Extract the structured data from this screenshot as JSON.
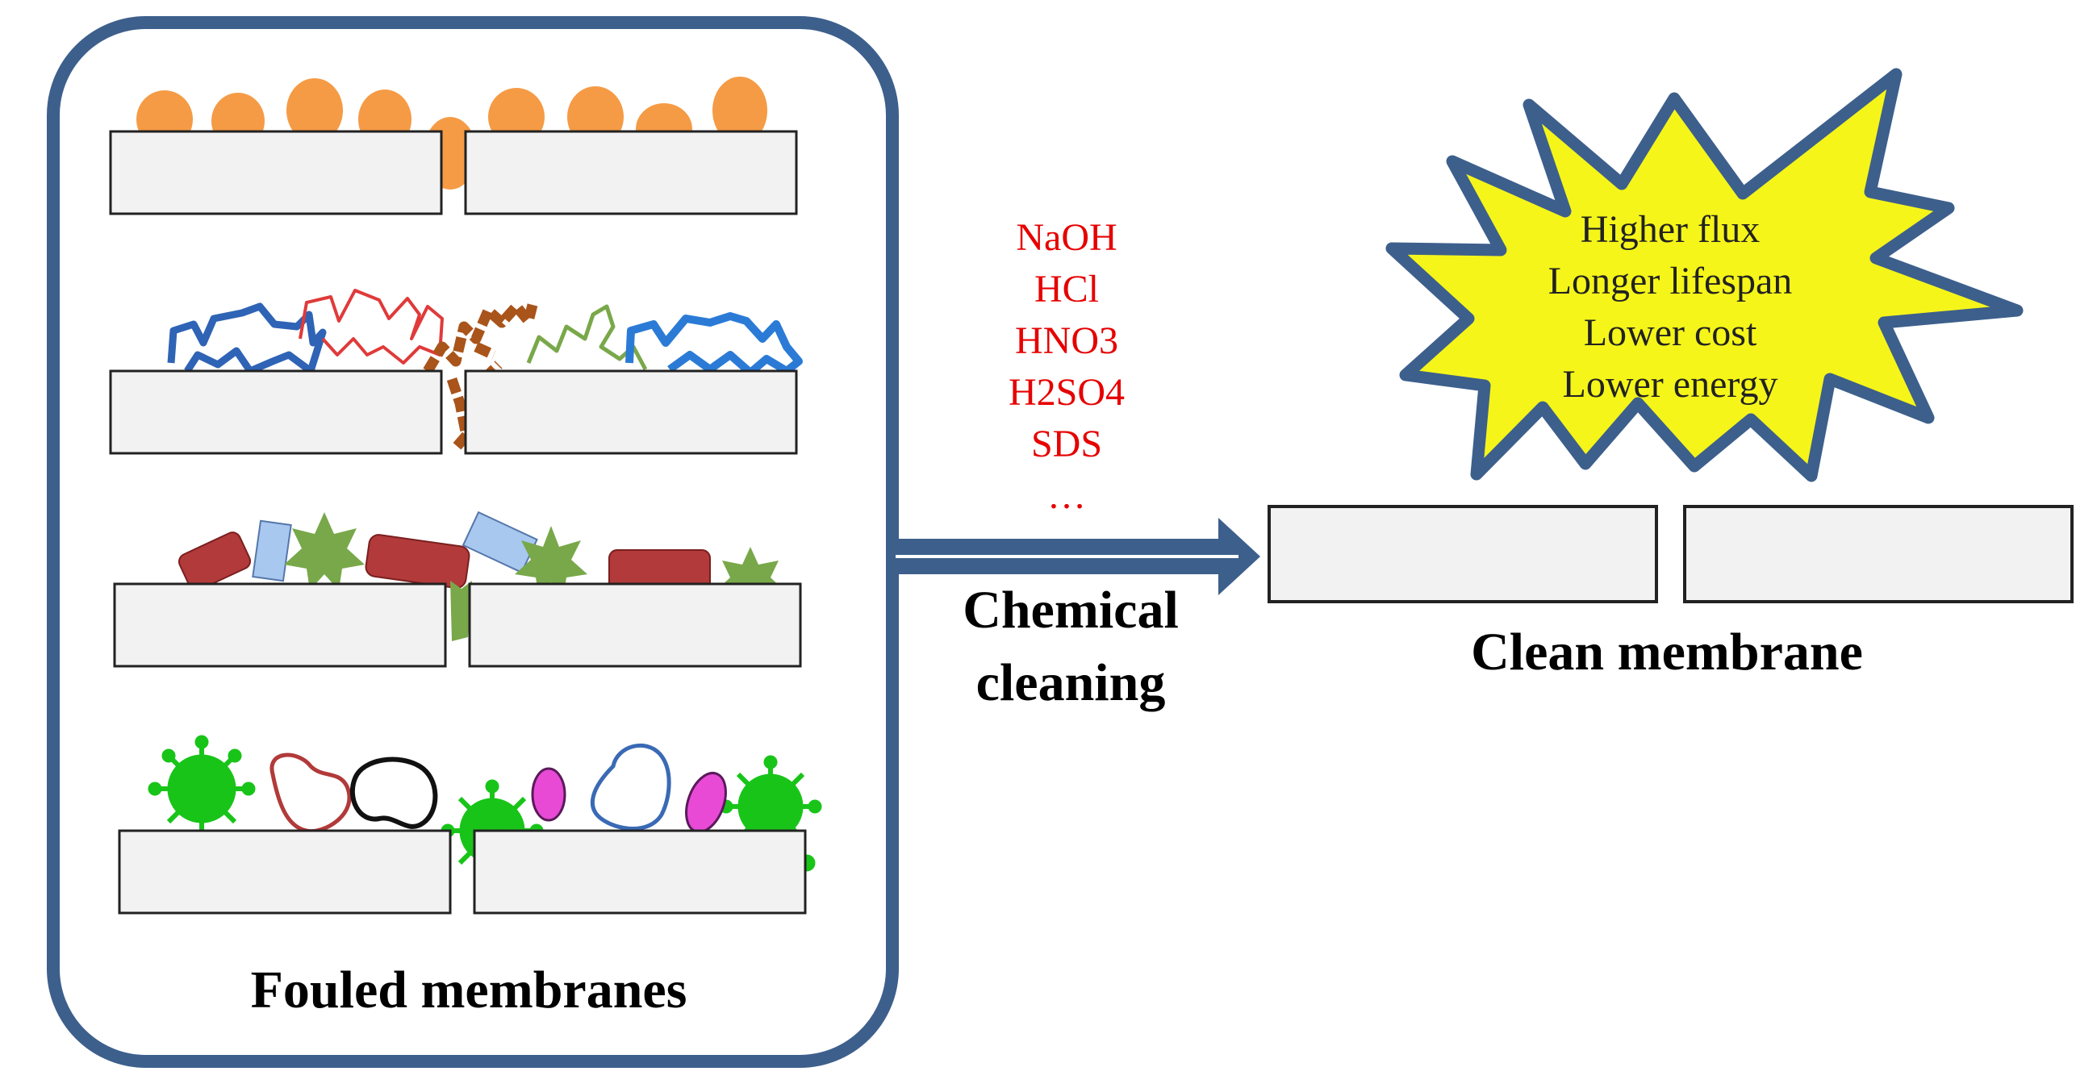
{
  "fouled": {
    "label": "Fouled membranes",
    "rows": [
      {
        "name": "organic-particle-fouling"
      },
      {
        "name": "polymer-chain-fouling"
      },
      {
        "name": "inorganic-scaling-fouling"
      },
      {
        "name": "biofouling"
      }
    ]
  },
  "process": {
    "chemicals": [
      "NaOH",
      "HCl",
      "HNO3",
      "H2SO4",
      "SDS",
      "…"
    ],
    "label_line1": "Chemical",
    "label_line2": "cleaning"
  },
  "clean": {
    "label": "Clean membrane",
    "benefits": [
      "Higher flux",
      "Longer lifespan",
      "Lower cost",
      "Lower energy"
    ]
  },
  "colors": {
    "frame": "#3d5f8c",
    "membrane_fill": "#f2f2f2",
    "membrane_stroke": "#222222",
    "orange_particle": "#f59b45",
    "chemical_text": "#e60000",
    "starburst_fill": "#f5f51a",
    "virus_green": "#19c419",
    "bacteria_pink": "#e84ad6",
    "scale_red": "#b23a3a",
    "scale_green": "#78a84a",
    "scale_blue": "#a8c8f0"
  }
}
